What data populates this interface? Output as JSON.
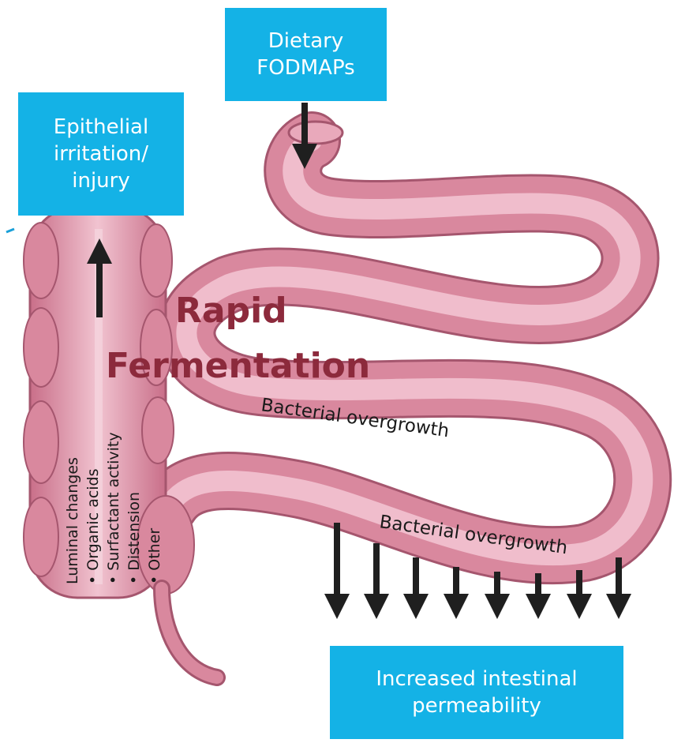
{
  "boxes": {
    "dietary": {
      "line1": "Dietary",
      "line2": "FODMAPs"
    },
    "epithelial": {
      "line1": "Epithelial",
      "line2": "irritation/",
      "line3": "injury"
    },
    "permeability": {
      "line1": "Increased intestinal",
      "line2": "permeability"
    }
  },
  "center_label": {
    "line1": "Rapid",
    "line2": "Fermentation"
  },
  "tube_labels": {
    "overgrowth_upper": "Bacterial overgrowth",
    "overgrowth_lower": "Bacterial overgrowth"
  },
  "luminal": {
    "heading": "Luminal changes",
    "items": [
      "• Organic acids",
      "• Surfactant activity",
      "• Distension",
      "• Other"
    ]
  },
  "colors": {
    "box_fill": "#14b2e6",
    "tube_fill": "#d9889e",
    "tube_light": "#f3c7d3",
    "tube_edge": "#a5566e",
    "arrow": "#1f1f1f",
    "heading_text": "#8c2a3c"
  }
}
